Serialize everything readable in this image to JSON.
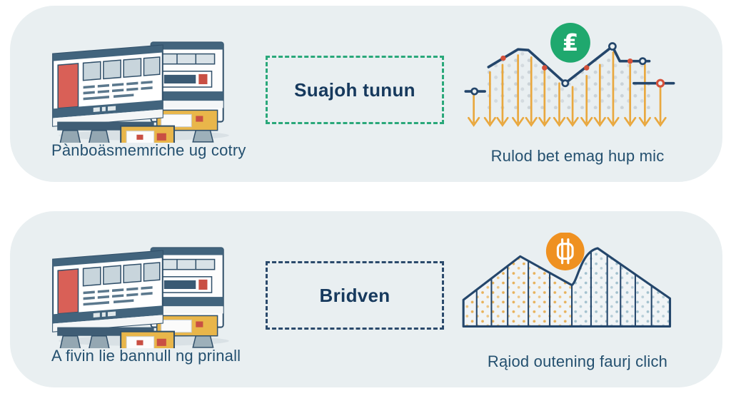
{
  "page": {
    "background": "#ffffff",
    "card_background": "#e9eff1"
  },
  "colors": {
    "text_navy": "#24506f",
    "label_navy": "#16395d",
    "green_dash": "#2aa87a",
    "navy_dash": "#2b4a6c",
    "chart_line": "#24466b",
    "arrow_orange": "#e9a83f",
    "marker_red": "#d4503a",
    "coin_green": "#1fa86e",
    "coin_orange": "#ef9121",
    "machine_slate": "#42647d",
    "machine_red": "#d96057",
    "machine_yellow": "#e9b64a"
  },
  "cards": [
    {
      "caption": "Pànboäsmemriche ug cotry",
      "box_label": "Suajoh tunun",
      "box_border": "#2aa87a",
      "chart_caption": "Rulod bet emag hup mic",
      "coin_symbol": "₤",
      "coin_color": "#1fa86e"
    },
    {
      "caption": "A fivin lie bannull ng prinall",
      "box_label": "Bridven",
      "box_border": "#2b4a6c",
      "chart_caption": "Rąiod outening faurj clich",
      "coin_symbol": "₿",
      "coin_color": "#ef9121"
    }
  ],
  "chart_data": [
    {
      "type": "line",
      "title": "",
      "description": "decorative line chart, no axis labels or numeric ticks",
      "series": [
        {
          "name": "unlabeled",
          "values": []
        }
      ],
      "annotations": [
        "14 downward orange arrows to baseline",
        "red and blue point markers",
        "green coin badge with lira-style currency sign"
      ],
      "legend_position": "none",
      "grid": false
    },
    {
      "type": "area",
      "title": "",
      "description": "decorative two-peak mountain area chart with vertical segment dividers, dotted fill (orange left, teal right), no numeric data",
      "series": [
        {
          "name": "unlabeled",
          "values": []
        }
      ],
      "annotations": [
        "orange coin badge with crossed currency glyph"
      ],
      "legend_position": "none",
      "grid": false
    }
  ]
}
